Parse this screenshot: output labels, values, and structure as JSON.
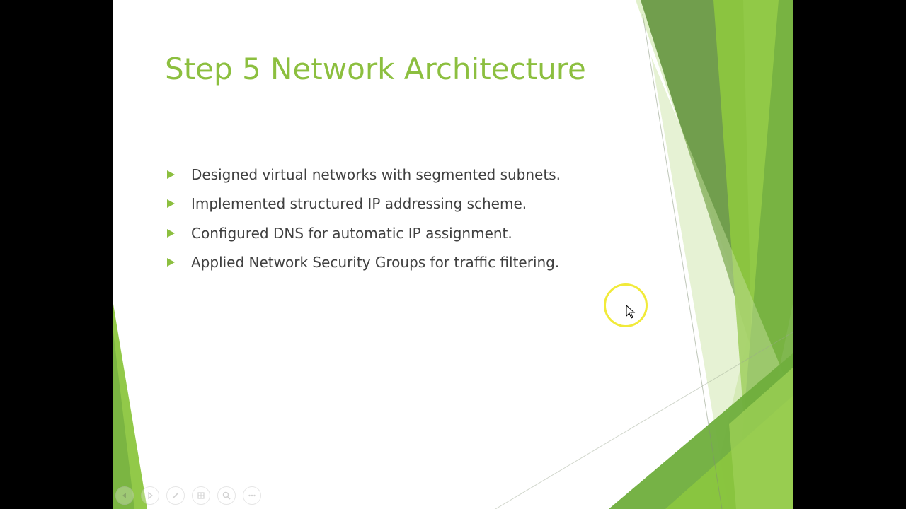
{
  "slide": {
    "title": "Step 5   Network Architecture",
    "bullets": [
      "Designed virtual networks with segmented subnets.",
      "Implemented structured IP addressing scheme.",
      "Configured DNS for automatic IP assignment.",
      "Applied Network Security Groups for traffic filtering."
    ]
  },
  "colors": {
    "accent": "#8cbf3f",
    "text": "#404040",
    "cursor_highlight": "#f1ea39",
    "letterbox": "#000000"
  },
  "controls": {
    "icons": [
      "previous-icon",
      "next-icon",
      "pen-icon",
      "slides-grid-icon",
      "zoom-icon",
      "more-icon"
    ]
  }
}
